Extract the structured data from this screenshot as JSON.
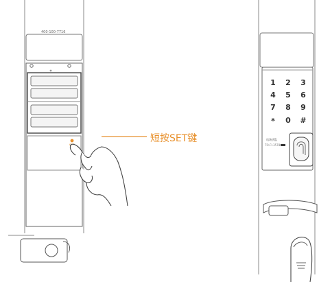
{
  "left_lock": {
    "phone": "400-100-7716",
    "set_label": "SET"
  },
  "callout": {
    "text": "短按SET键",
    "color": "#e8912d"
  },
  "right_lock": {
    "keypad": [
      [
        "1",
        "2",
        "3"
      ],
      [
        "4",
        "5",
        "6"
      ],
      [
        "7",
        "8",
        "9"
      ],
      [
        "*",
        "0",
        "#"
      ]
    ],
    "brand_text": "机场钥匙",
    "small_text": "TO-FI-3578"
  }
}
